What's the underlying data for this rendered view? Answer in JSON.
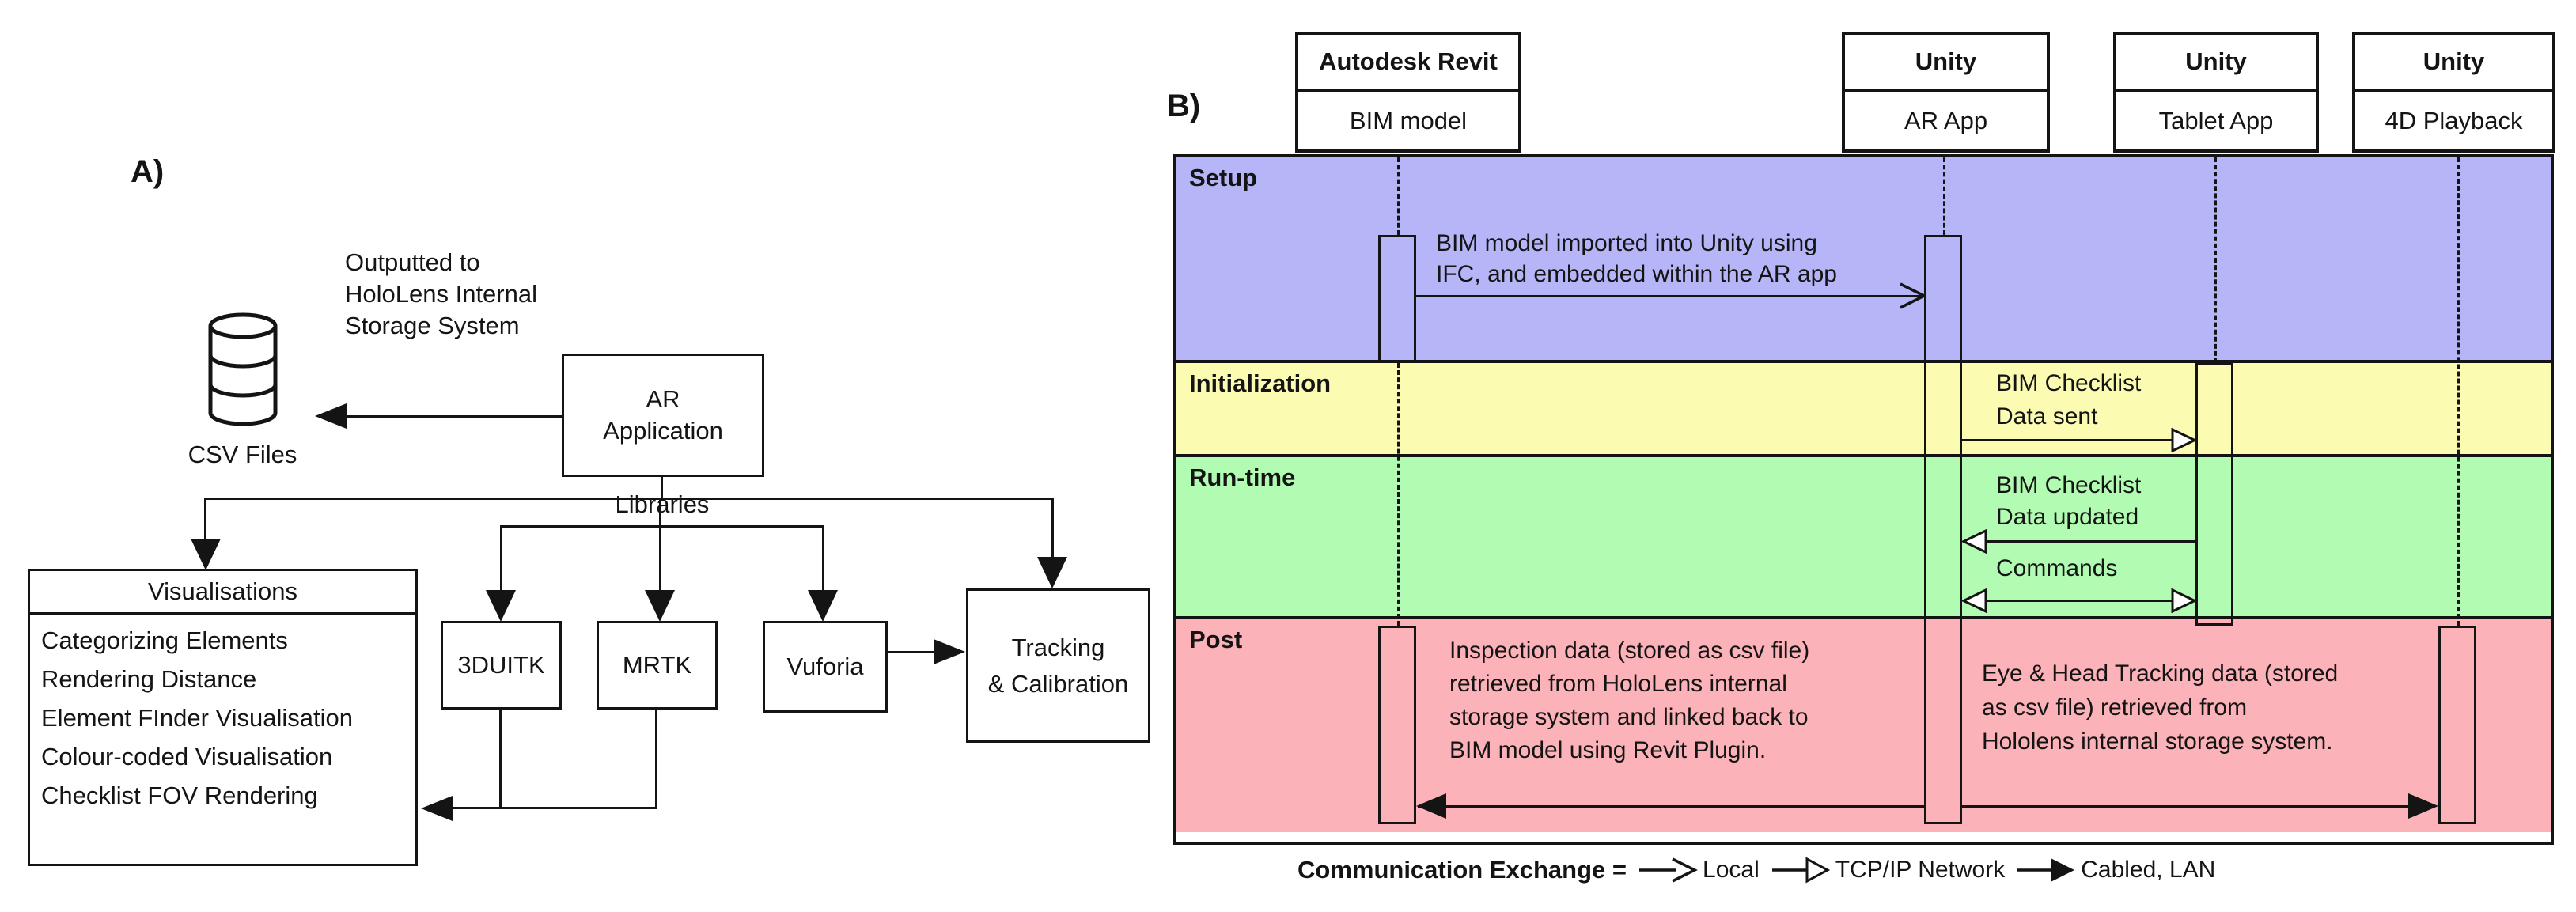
{
  "partA": {
    "label": "A)",
    "output_note": "Outputted to\nHoloLens Internal\nStorage System",
    "csv_files_label": "CSV Files",
    "ar_application": "AR\nApplication",
    "libraries_label": "Libraries",
    "visualisations": {
      "title": "Visualisations",
      "items": [
        "Categorizing Elements",
        "Rendering Distance",
        "Element FInder Visualisation",
        "Colour-coded Visualisation",
        "Checklist FOV Rendering"
      ]
    },
    "boxes": {
      "duitk": "3DUITK",
      "mrtk": "MRTK",
      "vuforia": "Vuforia",
      "tracking": "Tracking\n& Calibration"
    }
  },
  "partB": {
    "label": "B)",
    "actors": [
      {
        "tool": "Autodesk Revit",
        "component": "BIM model"
      },
      {
        "tool": "Unity",
        "component": "AR App"
      },
      {
        "tool": "Unity",
        "component": "Tablet App"
      },
      {
        "tool": "Unity",
        "component": "4D Playback"
      }
    ],
    "lanes": [
      {
        "name": "Setup",
        "color": "#b5b5f8"
      },
      {
        "name": "Initialization",
        "color": "#fbfbb2"
      },
      {
        "name": "Run-time",
        "color": "#b2fbb2"
      },
      {
        "name": "Post",
        "color": "#fbb2b8"
      }
    ],
    "messages": {
      "setup": "BIM model imported into Unity using\nIFC, and embedded within the AR app",
      "init": "BIM Checklist\nData sent",
      "runtime_update": "BIM Checklist\nData updated",
      "runtime_commands": "Commands",
      "post_left": "Inspection data (stored as csv file)\nretrieved from HoloLens internal\nstorage system and linked back to\nBIM model using Revit Plugin.",
      "post_right": "Eye & Head Tracking data (stored\nas csv file) retrieved from\nHololens internal storage system."
    },
    "legend": {
      "prefix": "Communication Exchange =",
      "items": [
        {
          "label": "Local"
        },
        {
          "label": "TCP/IP Network"
        },
        {
          "label": "Cabled, LAN"
        }
      ]
    }
  }
}
